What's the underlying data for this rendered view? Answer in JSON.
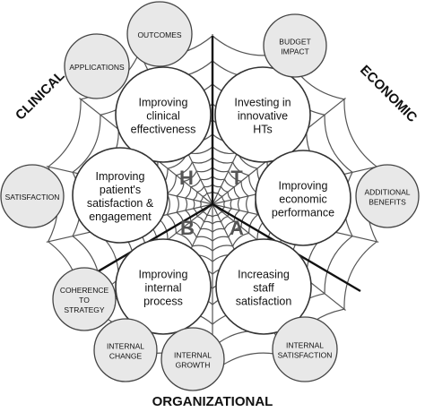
{
  "categories": {
    "clinical": "CLINICAL",
    "economic": "ECONOMIC",
    "organizational": "ORGANIZATIONAL"
  },
  "hub_letters": [
    "H",
    "T",
    "B",
    "A"
  ],
  "inner_nodes": [
    {
      "id": "clinical-effectiveness",
      "lines": [
        "Improving",
        "clinical",
        "effectiveness"
      ]
    },
    {
      "id": "investing-hts",
      "lines": [
        "Investing in",
        "innovative",
        "HTs"
      ]
    },
    {
      "id": "economic-performance",
      "lines": [
        "Improving",
        "economic",
        "performance"
      ]
    },
    {
      "id": "staff-satisfaction",
      "lines": [
        "Increasing",
        "staff",
        "satisfaction"
      ]
    },
    {
      "id": "internal-process",
      "lines": [
        "Improving",
        "internal",
        "process"
      ]
    },
    {
      "id": "patient-satisfaction",
      "lines": [
        "Improving",
        "patient's",
        "satisfaction &",
        "engagement"
      ]
    }
  ],
  "outer_nodes": [
    {
      "id": "outcomes",
      "lines": [
        "OUTCOMES"
      ]
    },
    {
      "id": "applications",
      "lines": [
        "APPLICATIONS"
      ]
    },
    {
      "id": "budget-impact",
      "lines": [
        "BUDGET",
        "IMPACT"
      ]
    },
    {
      "id": "satisfaction",
      "lines": [
        "SATISFACTION"
      ]
    },
    {
      "id": "additional-benefits",
      "lines": [
        "ADDITIONAL",
        "BENEFITS"
      ]
    },
    {
      "id": "coherence-strategy",
      "lines": [
        "COHERENCE",
        "TO",
        "STRATEGY"
      ]
    },
    {
      "id": "internal-change",
      "lines": [
        "INTERNAL",
        "CHANGE"
      ]
    },
    {
      "id": "internal-growth",
      "lines": [
        "INTERNAL",
        "GROWTH"
      ]
    },
    {
      "id": "internal-satisfaction",
      "lines": [
        "INTERNAL",
        "SATISFACTION"
      ]
    }
  ]
}
